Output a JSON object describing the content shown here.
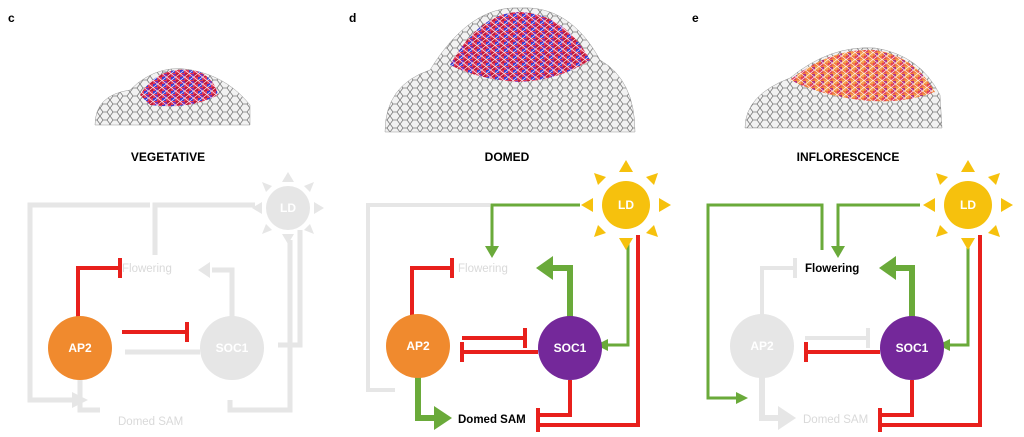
{
  "colors": {
    "gray": "#e6e6e6",
    "gray_text": "#d9d9d9",
    "red": "#e8201c",
    "green": "#6aaa3a",
    "ap2": "#f08a2e",
    "soc1": "#74289a",
    "sun": "#f6c10d",
    "black": "#000000"
  },
  "panels": [
    {
      "letter": "c",
      "title": "VEGETATIVE",
      "sun_label": "LD",
      "ap2_label": "AP2",
      "soc1_label": "SOC1",
      "flowering_label": "Flowering",
      "domed_label": "Domed SAM"
    },
    {
      "letter": "d",
      "title": "DOMED",
      "sun_label": "LD",
      "ap2_label": "AP2",
      "soc1_label": "SOC1",
      "flowering_label": "Flowering",
      "domed_label": "Domed SAM"
    },
    {
      "letter": "e",
      "title": "INFLORESCENCE",
      "sun_label": "LD",
      "ap2_label": "AP2",
      "soc1_label": "SOC1",
      "flowering_label": "Flowering",
      "domed_label": "Domed SAM"
    }
  ]
}
